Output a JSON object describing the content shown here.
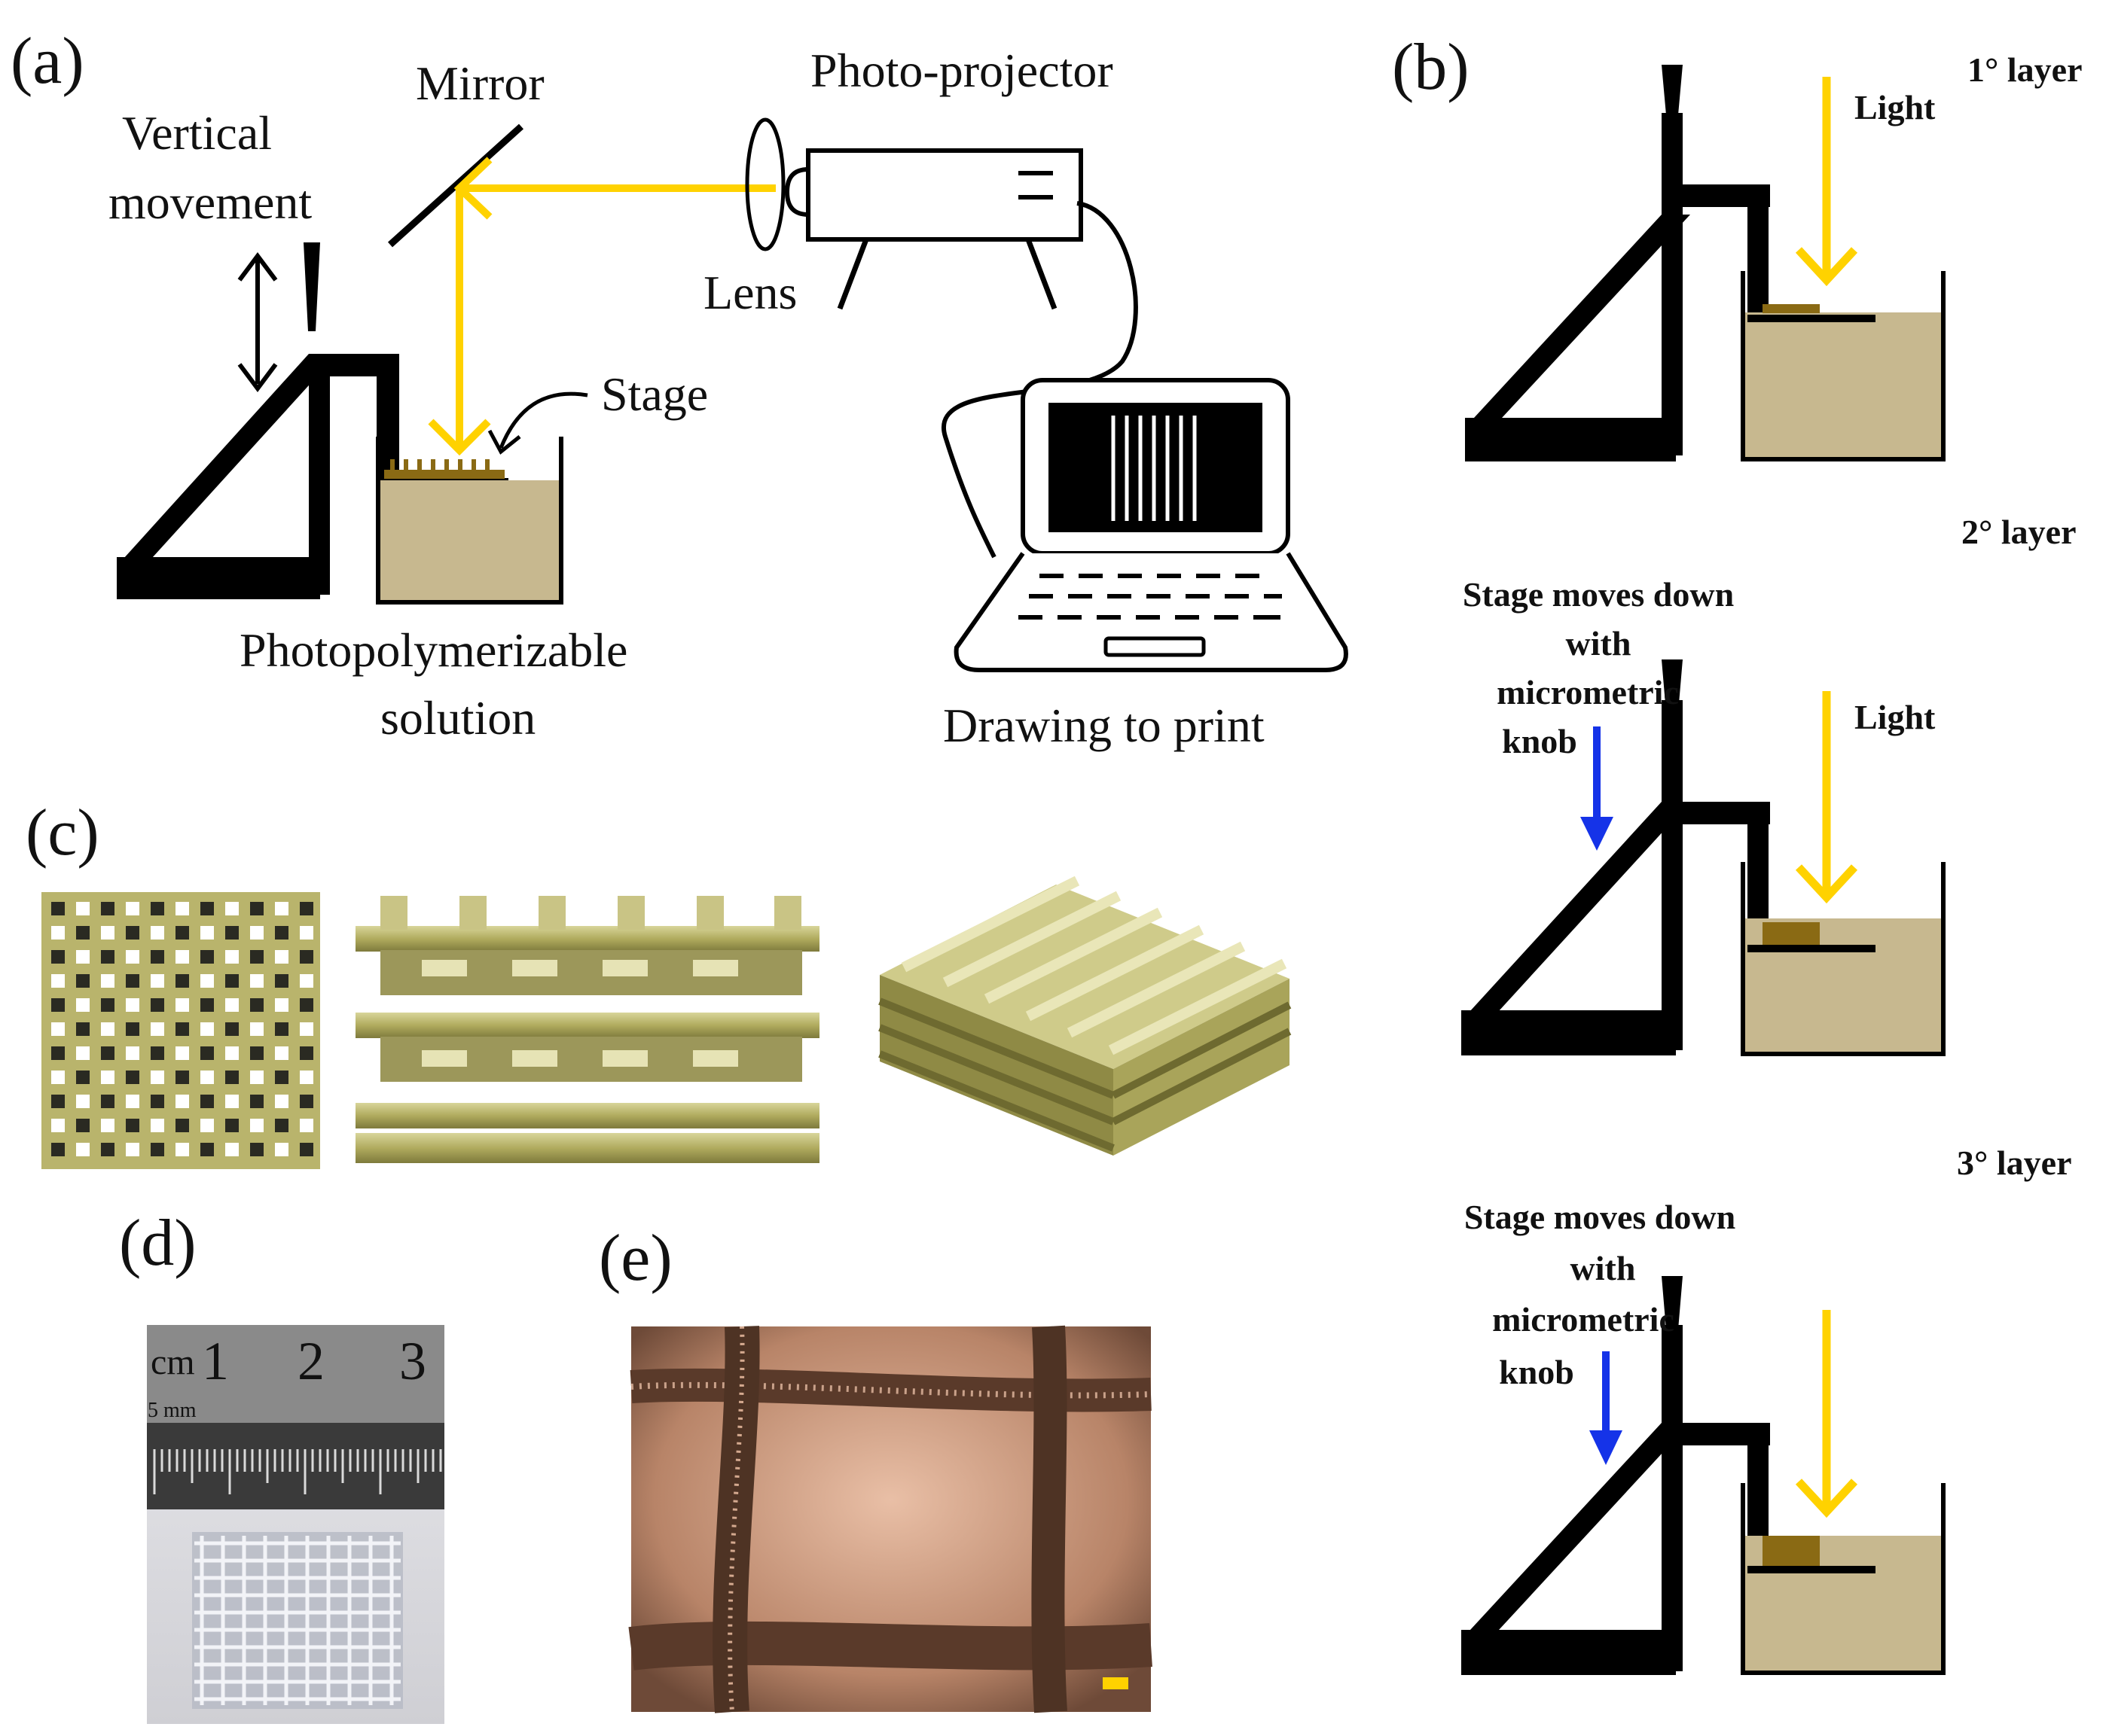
{
  "panels": {
    "a": {
      "label": "(a)",
      "mirror": "Mirror",
      "projector": "Photo-projector",
      "vertical": [
        "Vertical",
        "movement"
      ],
      "lens": "Lens",
      "stage": "Stage",
      "solution": [
        "Photopolymerizable",
        "solution"
      ],
      "drawing": "Drawing to print"
    },
    "b": {
      "label": "(b)",
      "layer1": "1° layer",
      "layer2": "2° layer",
      "layer3": "3° layer",
      "light": "Light",
      "moves": [
        "Stage moves down",
        "with",
        "micrometric",
        "knob"
      ]
    },
    "c": {
      "label": "(c)"
    },
    "d": {
      "label": "(d)",
      "ruler": {
        "unit": "cm",
        "n1": "1",
        "n2": "2",
        "n3": "3",
        "mm": "5 mm"
      }
    },
    "e": {
      "label": "(e)"
    }
  },
  "colors": {
    "light": "#FFD200",
    "solution": "#C7B88F",
    "stage": "#8A6A14",
    "blue_arrow": "#1533E8",
    "scaffold": "#B9B46C",
    "micrograph": "#C99A7E",
    "ruler": "#3A3A3A"
  }
}
